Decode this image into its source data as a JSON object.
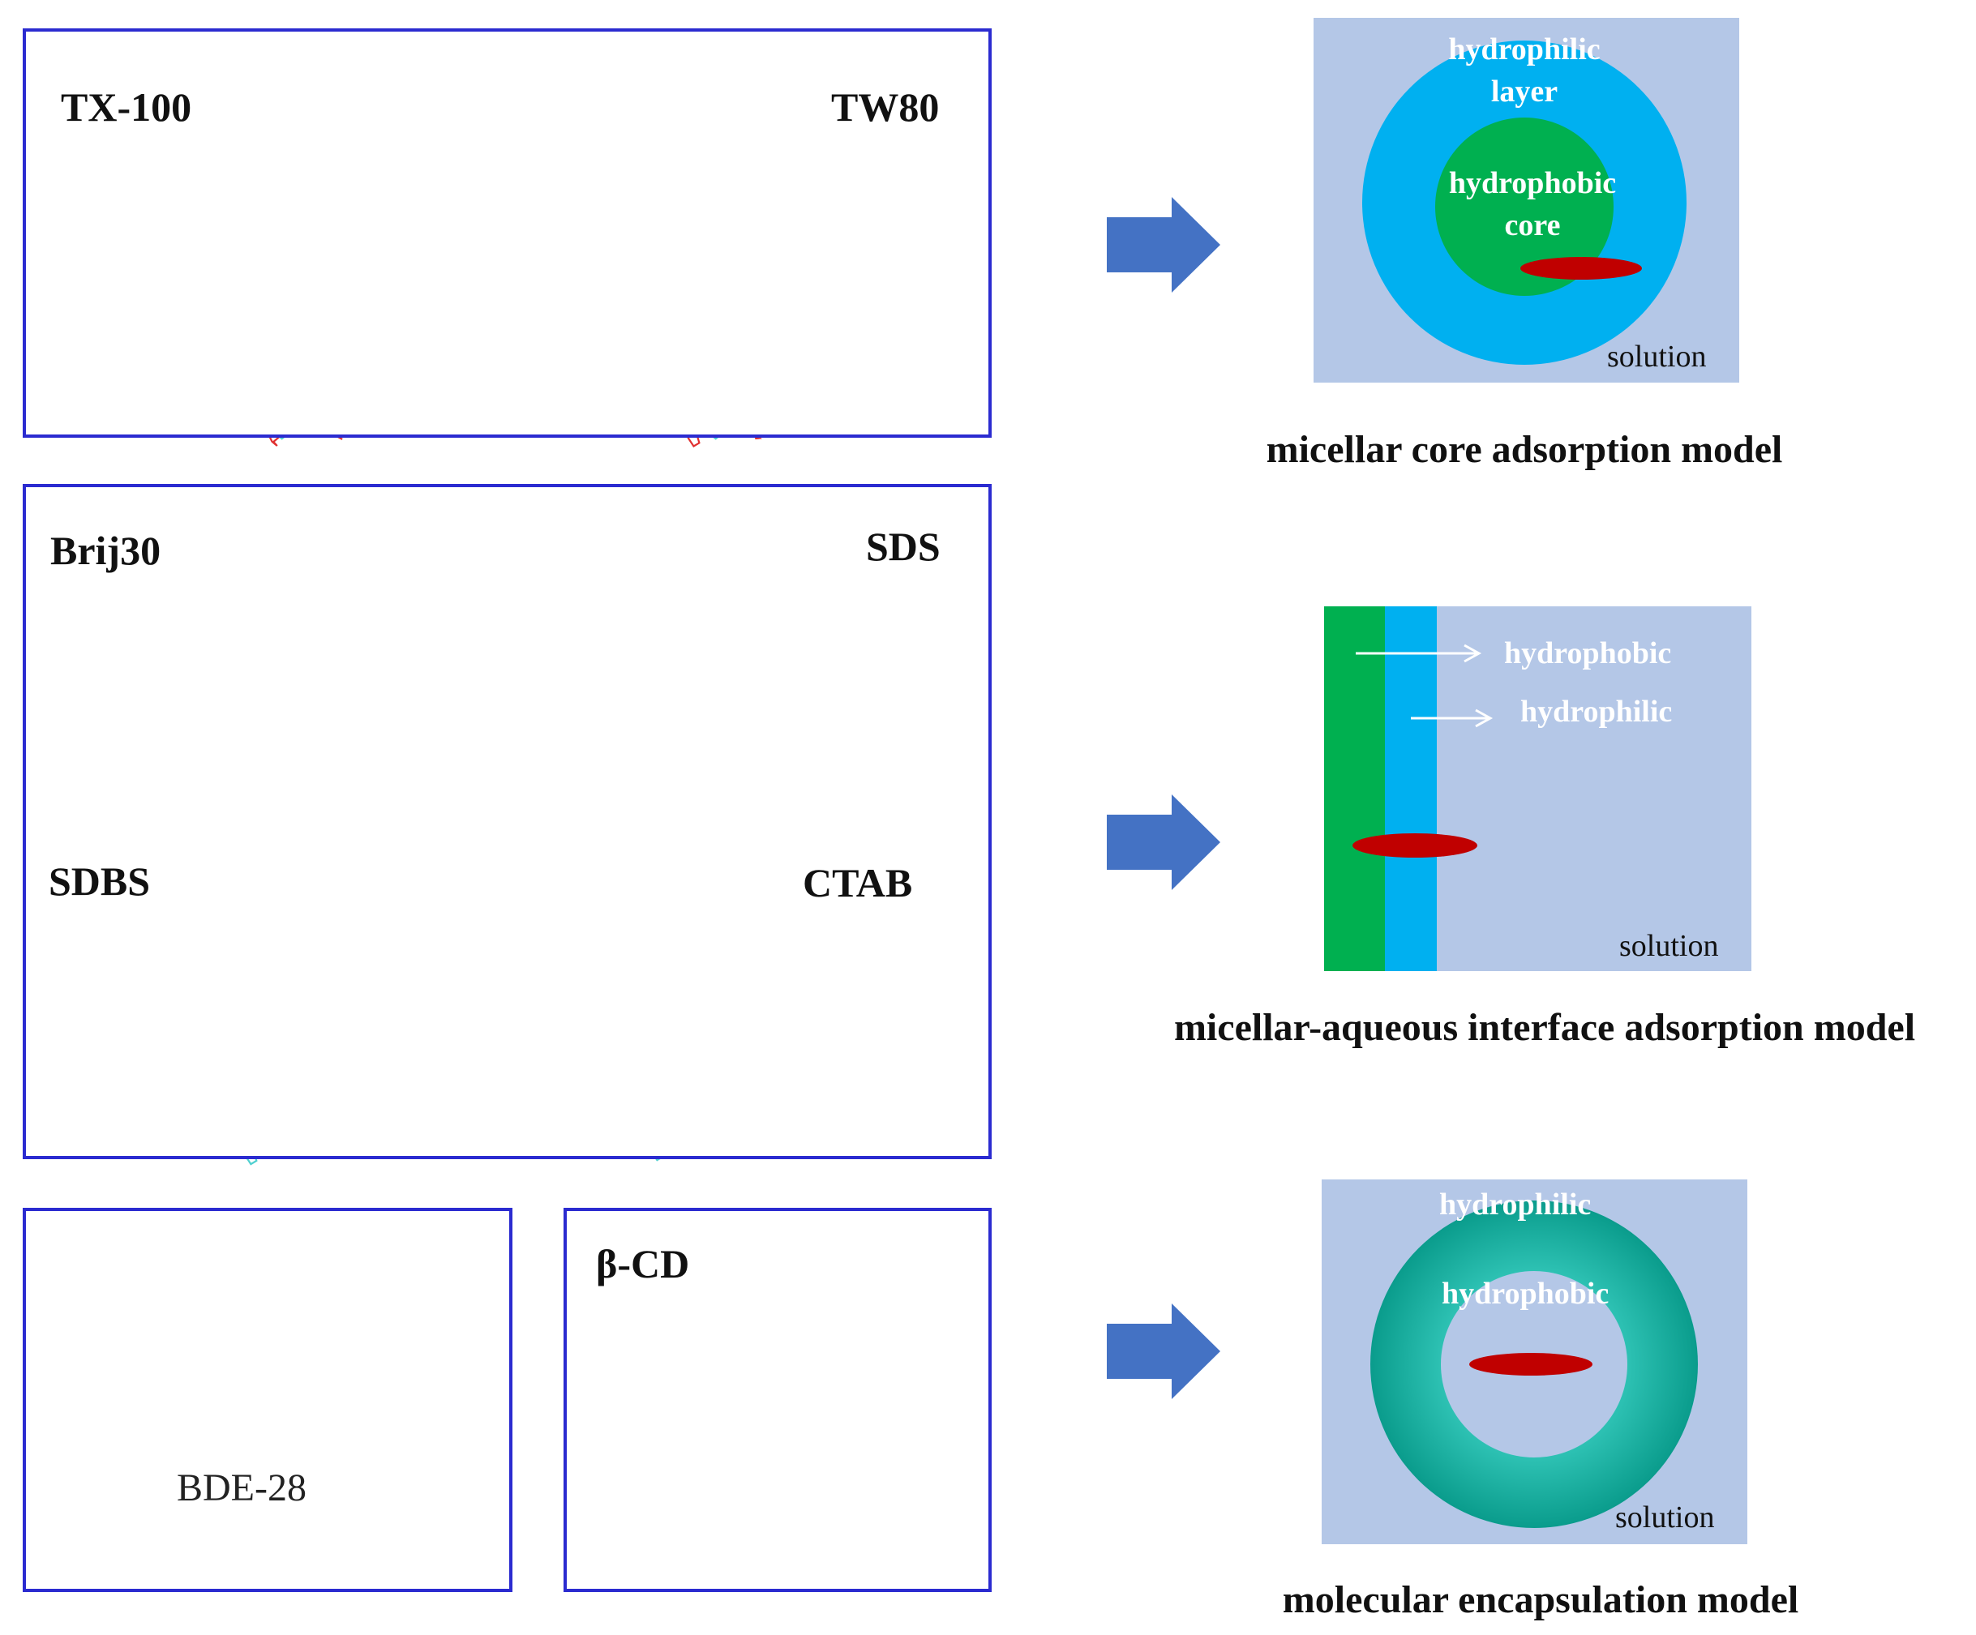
{
  "panels": {
    "row1": {
      "left_label": "TX-100",
      "right_label": "TW80"
    },
    "row2": {
      "tl": "Brij30",
      "tr": "SDS",
      "bl": "SDBS",
      "br": "CTAB"
    },
    "row3": {
      "bde_label": "BDE-28",
      "cd_label": "β-CD"
    }
  },
  "models": {
    "core": {
      "outer_label_l1": "hydrophilic",
      "outer_label_l2": "layer",
      "inner_label_l1": "hydrophobic",
      "inner_label_l2": "core",
      "solution": "solution",
      "caption": "micellar core adsorption model"
    },
    "interface": {
      "label_hydrophobic": "hydrophobic",
      "label_hydrophilic": "hydrophilic",
      "solution": "solution",
      "caption": "micellar-aqueous interface adsorption model"
    },
    "encapsulation": {
      "outer_label": "hydrophilic",
      "inner_label": "hydrophobic",
      "solution": "solution",
      "caption": "molecular encapsulation model"
    }
  },
  "colors": {
    "frame": "#2b2bd0",
    "arrow": "#4472c4",
    "solution_bg": "#b4c7e7",
    "hydrophilic_blue": "#00b0f0",
    "hydrophobic_green": "#00b050",
    "teal_ring": "#10a89a",
    "pollutant_red": "#c00000",
    "stick_cyan": "#4fd0d0",
    "oxygen_red": "#e03030",
    "sulfur_yellow": "#e6e020",
    "nitrogen_blue": "#2030d0",
    "sphere_yellow": "#e8e000"
  }
}
